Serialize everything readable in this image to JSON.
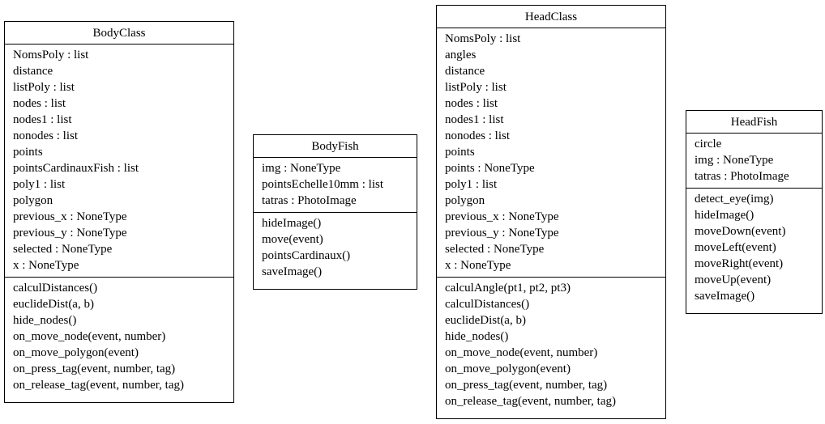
{
  "classes": [
    {
      "name": "BodyClass",
      "attributes": [
        "NomsPoly : list",
        "distance",
        "listPoly : list",
        "nodes : list",
        "nodes1 : list",
        "nonodes : list",
        "points",
        "pointsCardinauxFish : list",
        "poly1 : list",
        "polygon",
        "previous_x : NoneType",
        "previous_y : NoneType",
        "selected : NoneType",
        "x : NoneType"
      ],
      "methods": [
        "calculDistances()",
        "euclideDist(a, b)",
        "hide_nodes()",
        "on_move_node(event, number)",
        "on_move_polygon(event)",
        "on_press_tag(event, number, tag)",
        "on_release_tag(event, number, tag)"
      ]
    },
    {
      "name": "BodyFish",
      "attributes": [
        "img : NoneType",
        "pointsEchelle10mm : list",
        "tatras : PhotoImage"
      ],
      "methods": [
        "hideImage()",
        "move(event)",
        "pointsCardinaux()",
        "saveImage()"
      ]
    },
    {
      "name": "HeadClass",
      "attributes": [
        "NomsPoly : list",
        "angles",
        "distance",
        "listPoly : list",
        "nodes : list",
        "nodes1 : list",
        "nonodes : list",
        "points",
        "points : NoneType",
        "poly1 : list",
        "polygon",
        "previous_x : NoneType",
        "previous_y : NoneType",
        "selected : NoneType",
        "x : NoneType"
      ],
      "methods": [
        "calculAngle(pt1, pt2, pt3)",
        "calculDistances()",
        "euclideDist(a, b)",
        "hide_nodes()",
        "on_move_node(event, number)",
        "on_move_polygon(event)",
        "on_press_tag(event, number, tag)",
        "on_release_tag(event, number, tag)"
      ]
    },
    {
      "name": "HeadFish",
      "attributes": [
        "circle",
        "img : NoneType",
        "tatras : PhotoImage"
      ],
      "methods": [
        "detect_eye(img)",
        "hideImage()",
        "moveDown(event)",
        "moveLeft(event)",
        "moveRight(event)",
        "moveUp(event)",
        "saveImage()"
      ]
    }
  ]
}
